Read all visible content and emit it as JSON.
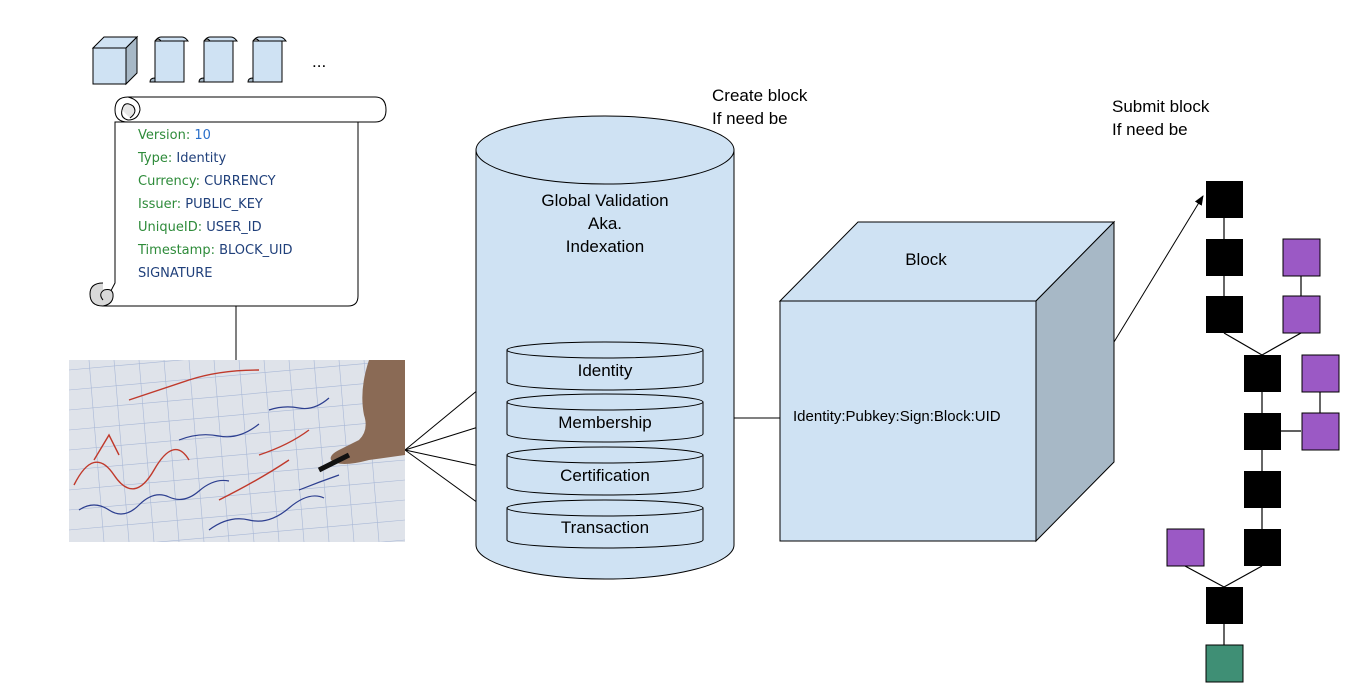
{
  "diagram": {
    "ellipsis": "...",
    "document_lines": [
      {
        "key": "Version",
        "sep": ": ",
        "value": "10"
      },
      {
        "key": "Type",
        "sep": ": ",
        "value": "Identity"
      },
      {
        "key": "Currency",
        "sep": ": ",
        "value": "CURRENCY"
      },
      {
        "key": "Issuer",
        "sep": ": ",
        "value": "PUBLIC_KEY"
      },
      {
        "key": "UniqueID",
        "sep": ": ",
        "value": "USER_ID"
      },
      {
        "key": "Timestamp",
        "sep": ": ",
        "value": "BLOCK_UID"
      },
      {
        "key": "",
        "sep": "",
        "value": "SIGNATURE"
      }
    ],
    "create_block": [
      "Create block",
      "If need be"
    ],
    "submit_block": [
      "Submit block",
      "If need be"
    ],
    "global_validation": [
      "Global Validation",
      "Aka.",
      "Indexation"
    ],
    "stores": [
      "Identity",
      "Membership",
      "Certification",
      "Transaction"
    ],
    "block_label": "Block",
    "block_content": "Identity:Pubkey:Sign:Block:UID"
  },
  "colors": {
    "light_blue": "#cfe2f3",
    "cube_side": "#a7b8c6",
    "chain_black": "#000000",
    "fork_purple": "#9b59c5",
    "genesis_green": "#3f8f75",
    "key_green": "#2e8b3a",
    "value_blue": "#1f3f7a"
  },
  "icons": [
    "cube-icon",
    "scroll-icon",
    "handwriting-photo"
  ]
}
